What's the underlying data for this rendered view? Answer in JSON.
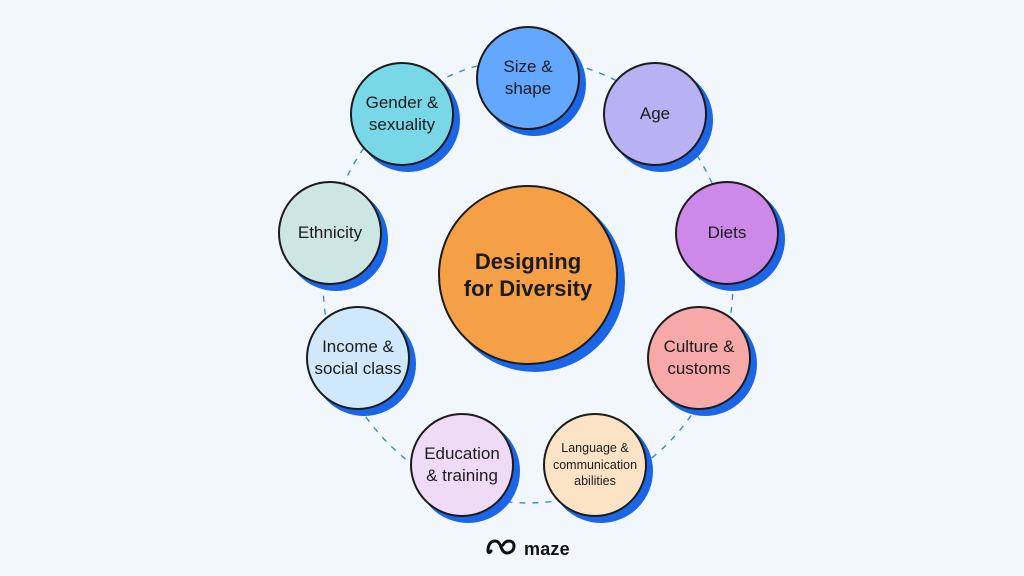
{
  "diagram": {
    "center": {
      "label": "Designing\nfor Diversity"
    },
    "nodes": [
      {
        "id": "size",
        "label": "Size &\nshape"
      },
      {
        "id": "age",
        "label": "Age"
      },
      {
        "id": "diets",
        "label": "Diets"
      },
      {
        "id": "culture",
        "label": "Culture &\ncustoms"
      },
      {
        "id": "language",
        "label": "Language &\ncommunication\nabilities"
      },
      {
        "id": "education",
        "label": "Education\n& training"
      },
      {
        "id": "income",
        "label": "Income &\nsocial class"
      },
      {
        "id": "ethnicity",
        "label": "Ethnicity"
      },
      {
        "id": "gender",
        "label": "Gender &\nsexuality"
      }
    ],
    "colors": {
      "center": "#f59f47",
      "shadow": "#1a66e6",
      "connector": "#3d86e0",
      "size": "#63a7ff",
      "age": "#b8b2f4",
      "diets": "#cd89ea",
      "culture": "#f6a9a8",
      "language": "#fde3c5",
      "education": "#f0dbf7",
      "income": "#cfe8fb",
      "ethnicity": "#cde6e4",
      "gender": "#79d8e8"
    }
  },
  "logo": {
    "text": "maze",
    "icon": "maze-logo-icon"
  }
}
